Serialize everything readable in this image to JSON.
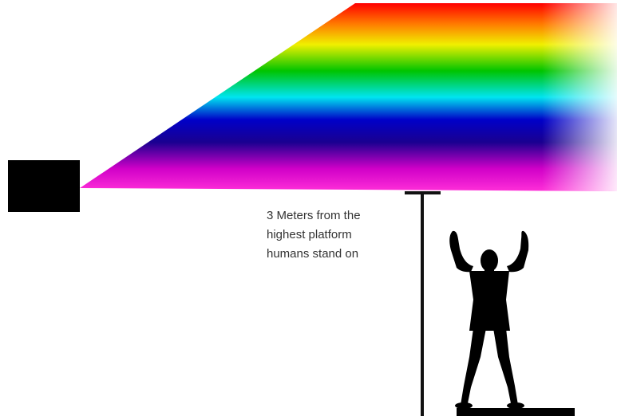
{
  "caption": {
    "lines": [
      "3 Meters from the",
      "highest platform",
      "humans stand on"
    ]
  },
  "colors": {
    "projector": "#000000",
    "silhouette": "#000000",
    "height_marker": "#111111",
    "caption_text": "#333333",
    "beam_spectrum": [
      "#ff0000",
      "#ff6a00",
      "#ffe000",
      "#00c000",
      "#00e0e0",
      "#0000a0",
      "#9000c0",
      "#ff00cc"
    ]
  }
}
